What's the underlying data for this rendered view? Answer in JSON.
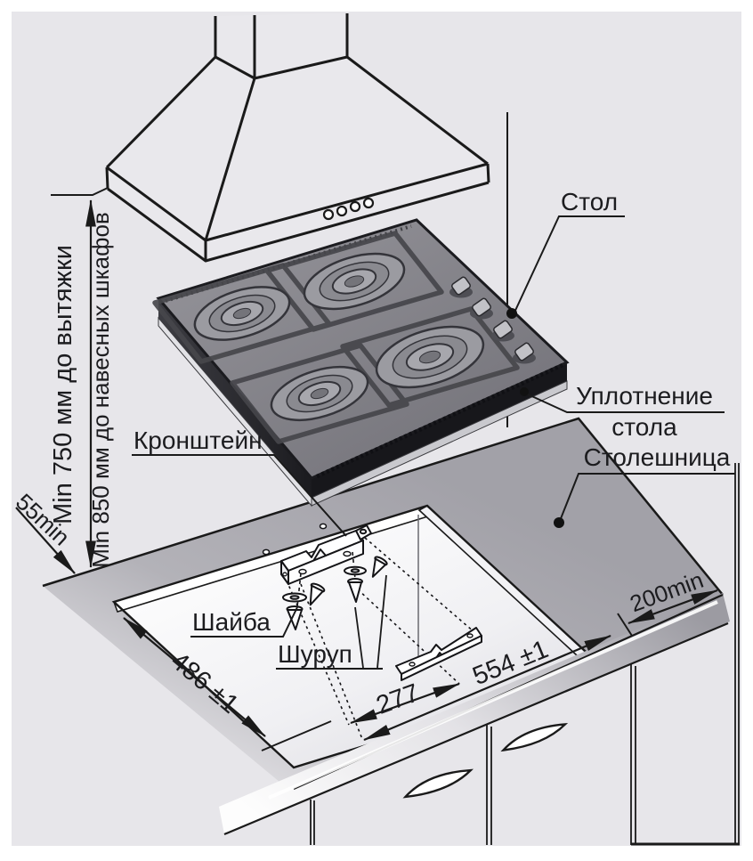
{
  "colors": {
    "background": "#e7e6ea",
    "line": "#1a1a1a",
    "countertop": "#a9a8ae",
    "cutout_inner": "#f7f7f9",
    "cooktop": "#8a8a90"
  },
  "labels": {
    "table": "Стол",
    "table_seal_1": "Уплотнение",
    "table_seal_2": "стола",
    "countertop": "Столешница",
    "bracket": "Кронштейн",
    "washer": "Шайба",
    "screw": "Шуруп"
  },
  "dimensions": {
    "hood_min": "Min 750 мм до вытяжки",
    "cabinets_min": "Min 850 мм до навесных шкафов",
    "back_min": "55min",
    "side_min": "200min",
    "cutout_depth": "486 ±1",
    "cutout_width": "554 ±1",
    "bracket_pos": "277"
  }
}
